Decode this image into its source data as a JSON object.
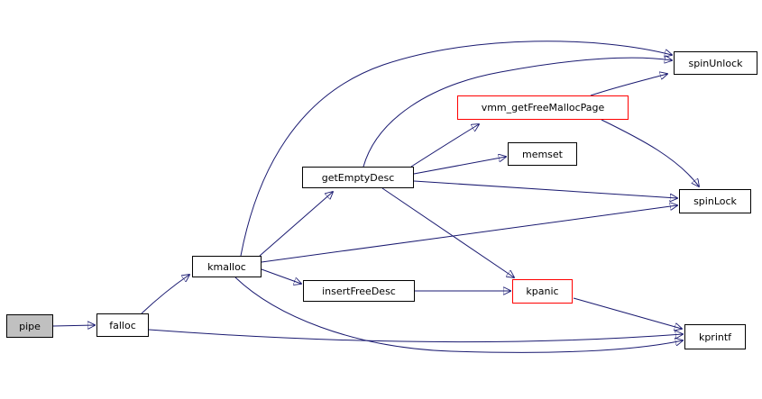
{
  "diagram": {
    "type": "call-graph",
    "root_function": "pipe",
    "edge_color": "#191970",
    "node_border_color": "#000000",
    "truncated_node_border_color": "#ff0000",
    "root_node_fill": "#c0c0c0",
    "node_fill": "#ffffff",
    "nodes": {
      "pipe": {
        "label": "pipe",
        "style": "current"
      },
      "falloc": {
        "label": "falloc",
        "style": "normal"
      },
      "kmalloc": {
        "label": "kmalloc",
        "style": "normal"
      },
      "insertFreeDesc": {
        "label": "insertFreeDesc",
        "style": "normal"
      },
      "getEmptyDesc": {
        "label": "getEmptyDesc",
        "style": "normal"
      },
      "vmm_getFreeMallocPage": {
        "label": "vmm_getFreeMallocPage",
        "style": "red"
      },
      "memset": {
        "label": "memset",
        "style": "normal"
      },
      "spinUnlock": {
        "label": "spinUnlock",
        "style": "normal"
      },
      "spinLock": {
        "label": "spinLock",
        "style": "normal"
      },
      "kpanic": {
        "label": "kpanic",
        "style": "red"
      },
      "kprintf": {
        "label": "kprintf",
        "style": "normal"
      }
    },
    "edges": [
      {
        "from": "pipe",
        "to": "falloc"
      },
      {
        "from": "falloc",
        "to": "kmalloc"
      },
      {
        "from": "falloc",
        "to": "kprintf"
      },
      {
        "from": "kmalloc",
        "to": "getEmptyDesc"
      },
      {
        "from": "kmalloc",
        "to": "insertFreeDesc"
      },
      {
        "from": "kmalloc",
        "to": "spinUnlock"
      },
      {
        "from": "kmalloc",
        "to": "spinLock"
      },
      {
        "from": "kmalloc",
        "to": "kprintf"
      },
      {
        "from": "getEmptyDesc",
        "to": "vmm_getFreeMallocPage"
      },
      {
        "from": "getEmptyDesc",
        "to": "memset"
      },
      {
        "from": "getEmptyDesc",
        "to": "spinUnlock"
      },
      {
        "from": "getEmptyDesc",
        "to": "spinLock"
      },
      {
        "from": "getEmptyDesc",
        "to": "kpanic"
      },
      {
        "from": "insertFreeDesc",
        "to": "kpanic"
      },
      {
        "from": "vmm_getFreeMallocPage",
        "to": "spinUnlock"
      },
      {
        "from": "vmm_getFreeMallocPage",
        "to": "spinLock"
      },
      {
        "from": "kpanic",
        "to": "kprintf"
      }
    ]
  }
}
